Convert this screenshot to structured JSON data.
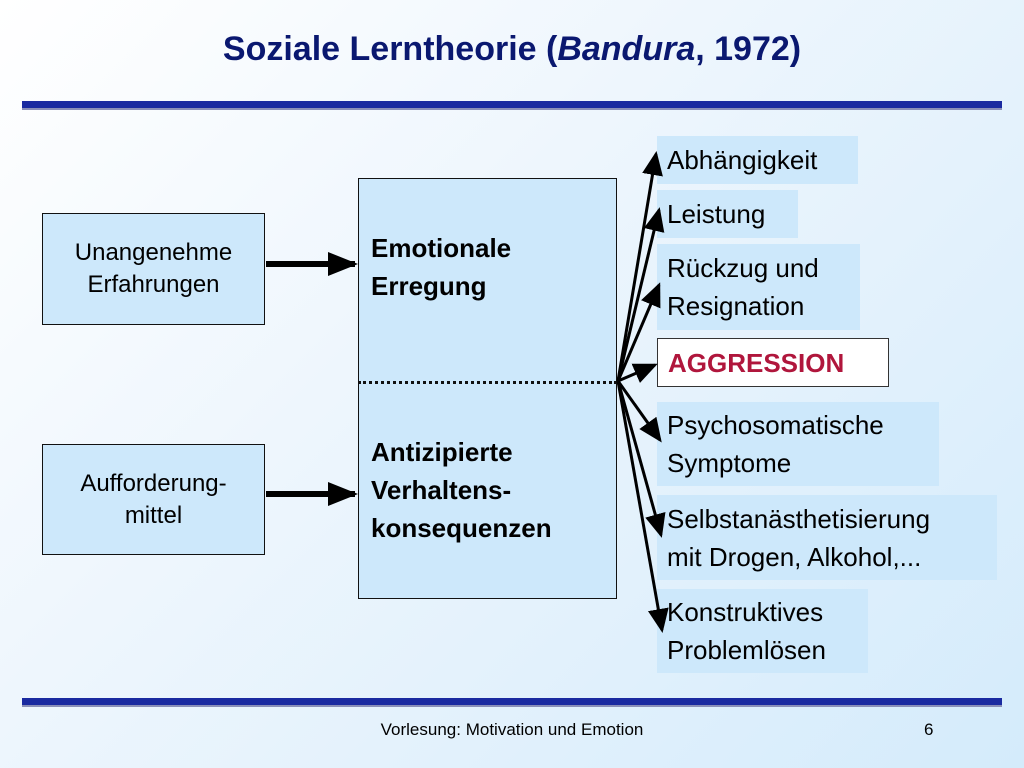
{
  "title": {
    "prefix": "Soziale Lerntheorie (",
    "author": "Bandura",
    "suffix": ", 1972)"
  },
  "inputs": [
    {
      "label": "Unangenehme\nErfahrungen"
    },
    {
      "label": "Aufforderung-\nmittel"
    }
  ],
  "center": {
    "top": "Emotionale\nErregung",
    "bottom": "Antizipierte\nVerhaltens-\nkonsequenzen"
  },
  "outcomes": [
    {
      "label": "Abhängigkeit"
    },
    {
      "label": "Leistung"
    },
    {
      "label": "Rückzug und\nResignation"
    },
    {
      "label": "AGGRESSION"
    },
    {
      "label": "Psychosomatische\nSymptome"
    },
    {
      "label": "Selbstanästhetisierung\nmit Drogen, Alkohol,..."
    },
    {
      "label": "Konstruktives\nProblemlösen"
    }
  ],
  "footer": {
    "text": "Vorlesung: Motivation und Emotion",
    "page": "6"
  },
  "colors": {
    "title": "#0a1870",
    "box": "#cde8fb",
    "highlight": "#b0163c",
    "rule": "#1a2aa0"
  }
}
